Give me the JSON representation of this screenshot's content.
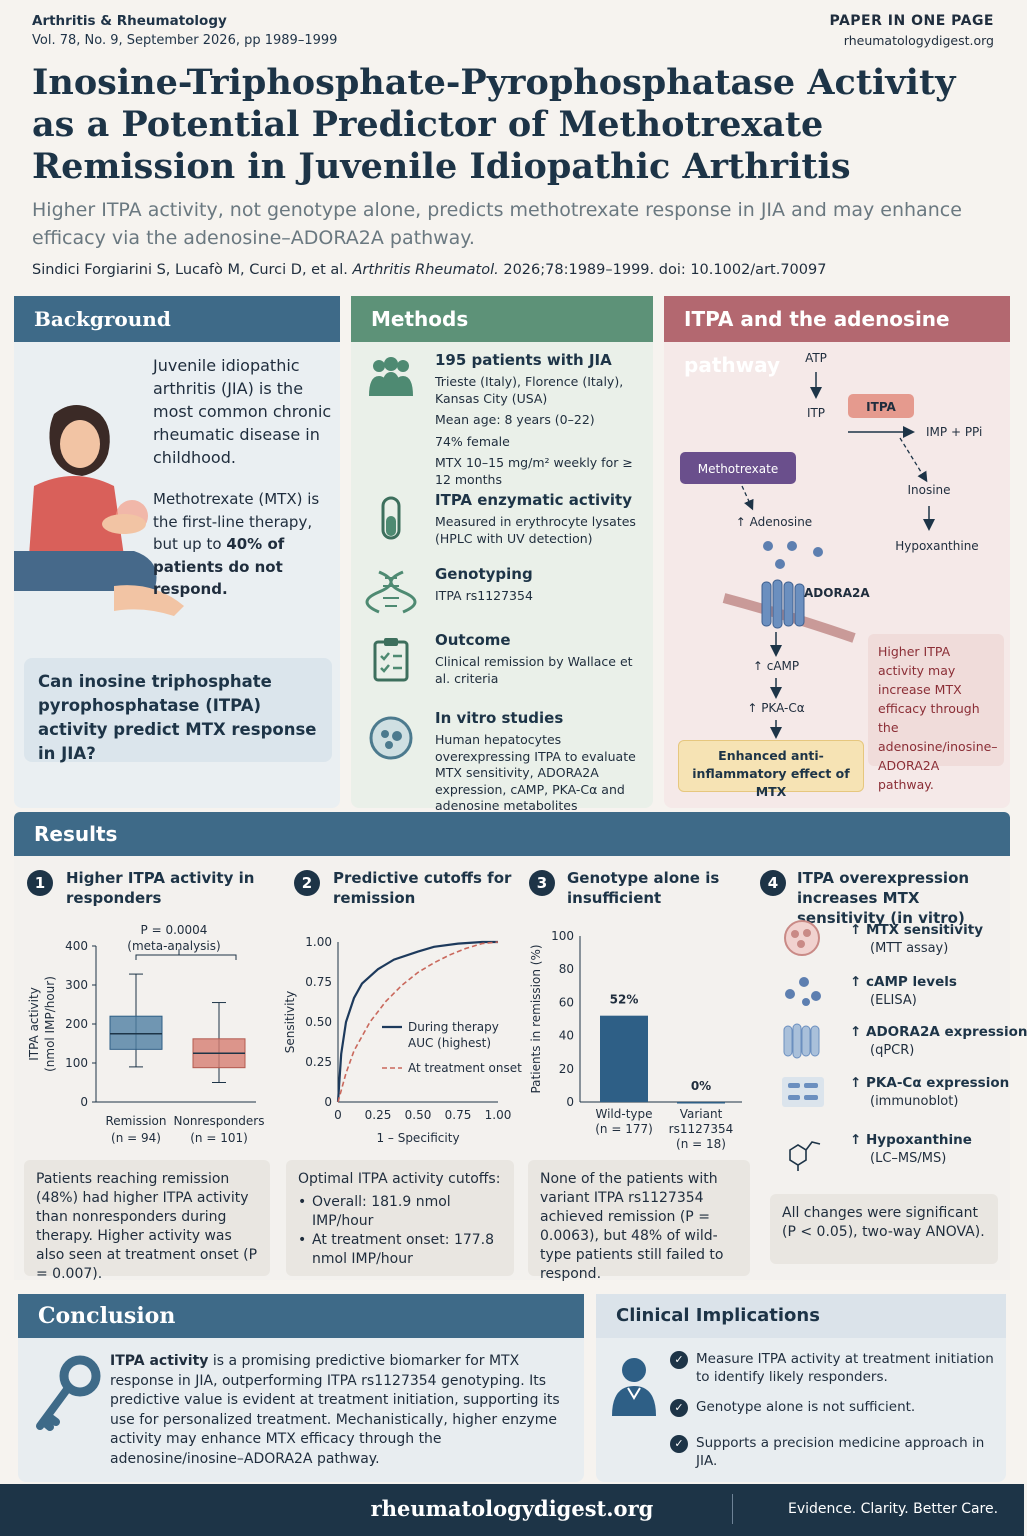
{
  "header": {
    "journal": "Arthritis & Rheumatology",
    "volume": "Vol. 78, No. 9, September 2026, pp 1989–1999",
    "tag": "PAPER IN ONE PAGE",
    "site": "rheumatologydigest.org"
  },
  "title": "Inosine-Triphosphate-Pyrophosphatase Activity as a Potential Predictor of Methotrexate Remission in Juvenile Idiopathic Arthritis",
  "subtitle": "Higher ITPA activity, not genotype alone, predicts methotrexate response in JIA and may enhance efficacy via the adenosine–ADORA2A pathway.",
  "citation": {
    "authors": "Sindici Forgiarini S, Lucafò M, Curci D, et al.",
    "journal": "Arthritis Rheumatol.",
    "rest": "2026;78:1989–1999. doi: 10.1002/art.70097"
  },
  "background": {
    "title": "Background",
    "p1": "Juvenile idiopathic arthritis (JIA) is the most common chronic rheumatic disease in childhood.",
    "p2a": "Methotrexate (MTX) is the first-line therapy, but up to ",
    "p2b": "40% of patients do not respond.",
    "question": "Can inosine triphosphate pyrophosphatase (ITPA) activity predict MTX response in JIA?"
  },
  "methods": {
    "title": "Methods",
    "items": [
      {
        "icon": "people-icon",
        "title": "195 patients with JIA",
        "lines": [
          "Trieste (Italy), Florence (Italy), Kansas City (USA)",
          "Mean age: 8 years (0–22)",
          "74% female",
          "MTX 10–15 mg/m² weekly for ≥ 12 months"
        ]
      },
      {
        "icon": "test-tube-icon",
        "title": "ITPA enzymatic activity",
        "lines": [
          "Measured in erythrocyte lysates (HPLC with UV detection)"
        ]
      },
      {
        "icon": "dna-icon",
        "title": "Genotyping",
        "lines": [
          "ITPA rs1127354"
        ]
      },
      {
        "icon": "clipboard-icon",
        "title": "Outcome",
        "lines": [
          "Clinical remission by Wallace et al. criteria"
        ]
      },
      {
        "icon": "petri-dish-icon",
        "title": "In vitro studies",
        "lines": [
          "Human hepatocytes overexpressing ITPA to evaluate MTX sensitivity, ADORA2A expression, cAMP, PKA-Cα and adenosine metabolites"
        ]
      }
    ]
  },
  "pathway": {
    "title": "ITPA and the adenosine pathway",
    "atp": "ATP",
    "itp": "ITP",
    "itpa": "ITPA",
    "imp": "IMP + PPi",
    "mtx": "Methotrexate",
    "inosine": "Inosine",
    "adenosine": "↑ Adenosine",
    "hypox": "Hypoxanthine",
    "adora": "ADORA2A",
    "camp": "↑ cAMP",
    "pka": "↑ PKA-Cα",
    "effect": "Enhanced anti-inflammatory effect of MTX",
    "note": "Higher ITPA activity may increase MTX efficacy through the adenosine/inosine–ADORA2A pathway."
  },
  "results": {
    "title": "Results",
    "p1": {
      "num": "1",
      "title": "Higher ITPA activity in responders",
      "p": "P = 0.0004",
      "meta": "(meta-analysis)",
      "note": "Patients reaching remission (48%) had higher ITPA activity than nonresponders during therapy. Higher activity was also seen at treatment onset (P = 0.007)."
    },
    "p2": {
      "num": "2",
      "title": "Predictive cutoffs for remission",
      "note_title": "Optimal ITPA activity cutoffs:",
      "bullets": [
        "Overall: 181.9 nmol IMP/hour",
        "At treatment onset: 177.8 nmol IMP/hour"
      ]
    },
    "p3": {
      "num": "3",
      "title": "Genotype alone is insufficient",
      "note": "None of the patients with variant ITPA rs1127354 achieved remission (P = 0.0063), but 48% of wild-type patients still failed to respond."
    },
    "p4": {
      "num": "4",
      "title": "ITPA overexpression increases MTX sensitivity (in vitro)",
      "items": [
        {
          "icon": "cells-icon",
          "label": "↑ MTX sensitivity",
          "sub": "(MTT assay)"
        },
        {
          "icon": "molecules-icon",
          "label": "↑ cAMP levels",
          "sub": "(ELISA)"
        },
        {
          "icon": "receptor-icon",
          "label": "↑ ADORA2A expression",
          "sub": "(qPCR)"
        },
        {
          "icon": "blot-icon",
          "label": "↑ PKA-Cα expression",
          "sub": "(immunoblot)"
        },
        {
          "icon": "structure-icon",
          "label": "↑ Hypoxanthine",
          "sub": "(LC–MS/MS)"
        }
      ],
      "note": "All changes were significant (P < 0.05), two-way ANOVA)."
    }
  },
  "chart_data": [
    {
      "type": "box",
      "ylabel": "ITPA activity (nmol IMP/hour)",
      "ylim": [
        0,
        400
      ],
      "yticks": [
        0,
        100,
        200,
        300,
        400
      ],
      "categories": [
        "Remission",
        "Nonresponders"
      ],
      "counts": [
        "(n = 94)",
        "(n = 101)"
      ],
      "boxes": [
        {
          "min": 90,
          "q1": 135,
          "median": 175,
          "q3": 220,
          "max": 328,
          "color": "#4f7fa3"
        },
        {
          "min": 50,
          "q1": 88,
          "median": 125,
          "q3": 162,
          "max": 255,
          "color": "#d67e72"
        }
      ]
    },
    {
      "type": "line",
      "xlabel": "1 – Specificity",
      "ylabel": "Sensitivity",
      "xlim": [
        0,
        1
      ],
      "ylim": [
        0,
        1
      ],
      "xticks": [
        "0",
        "0.25",
        "0.50",
        "0.75",
        "1.00"
      ],
      "yticks": [
        "0",
        "0.25",
        "0.50",
        "0.75",
        "1.00"
      ],
      "series": [
        {
          "name": "During therapy AUC (highest)",
          "color": "#1d3a5c",
          "x": [
            0,
            0.02,
            0.05,
            0.1,
            0.15,
            0.25,
            0.35,
            0.5,
            0.6,
            0.75,
            0.9,
            1
          ],
          "y": [
            0,
            0.3,
            0.5,
            0.65,
            0.74,
            0.83,
            0.89,
            0.94,
            0.97,
            0.99,
            1,
            1
          ]
        },
        {
          "name": "At treatment onset",
          "color": "#c9685c",
          "x": [
            0,
            0.05,
            0.1,
            0.2,
            0.3,
            0.4,
            0.5,
            0.6,
            0.7,
            0.8,
            0.9,
            1
          ],
          "y": [
            0,
            0.18,
            0.32,
            0.5,
            0.63,
            0.73,
            0.81,
            0.87,
            0.92,
            0.96,
            0.99,
            1
          ]
        }
      ]
    },
    {
      "type": "bar",
      "ylabel": "Patients in remission (%)",
      "ylim": [
        0,
        100
      ],
      "yticks": [
        0,
        20,
        40,
        60,
        80,
        100
      ],
      "categories": [
        "Wild-type",
        "Variant rs1127354"
      ],
      "counts": [
        "(n = 177)",
        "(n = 18)"
      ],
      "values": [
        52,
        0
      ],
      "labels": [
        "52%",
        "0%"
      ],
      "color": "#2e5f86"
    }
  ],
  "conclusion": {
    "title": "Conclusion",
    "lead": "ITPA activity",
    "text": " is a promising predictive biomarker for MTX response in JIA, outperforming ITPA rs1127354 genotyping. Its predictive value is evident at treatment initiation, supporting its use for personalized treatment. Mechanistically, higher enzyme activity may enhance MTX efficacy through the adenosine/inosine–ADORA2A pathway."
  },
  "implications": {
    "title": "Clinical Implications",
    "items": [
      "Measure ITPA activity at treatment initiation to identify likely responders.",
      "Genotype alone is not sufficient.",
      "Supports a precision medicine approach in JIA."
    ]
  },
  "footer": {
    "site": "rheumatologydigest.org",
    "tagline": "Evidence. Clarity. Better Care."
  }
}
